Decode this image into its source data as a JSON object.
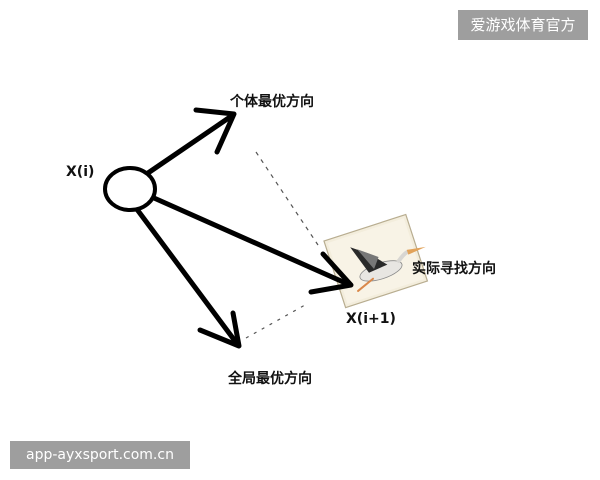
{
  "labels": {
    "current_position": "X(i)",
    "personal_best_direction": "个体最优方向",
    "actual_search_direction": "实际寻找方向",
    "next_position": "X(i+1)",
    "global_best_direction": "全局最优方向"
  },
  "watermarks": {
    "top_right": "爱游戏体育官方",
    "bottom_left": "app-ayxsport.com.cn"
  },
  "icons": {
    "bird_image": "pelican-bird-icon"
  },
  "colors": {
    "background": "#ffffff",
    "stroke": "#000000",
    "bird_box_fill": "#f3eddc",
    "bird_box_border": "#b8ad90",
    "watermark_bg": "#787878",
    "watermark_text": "#ffffff"
  }
}
